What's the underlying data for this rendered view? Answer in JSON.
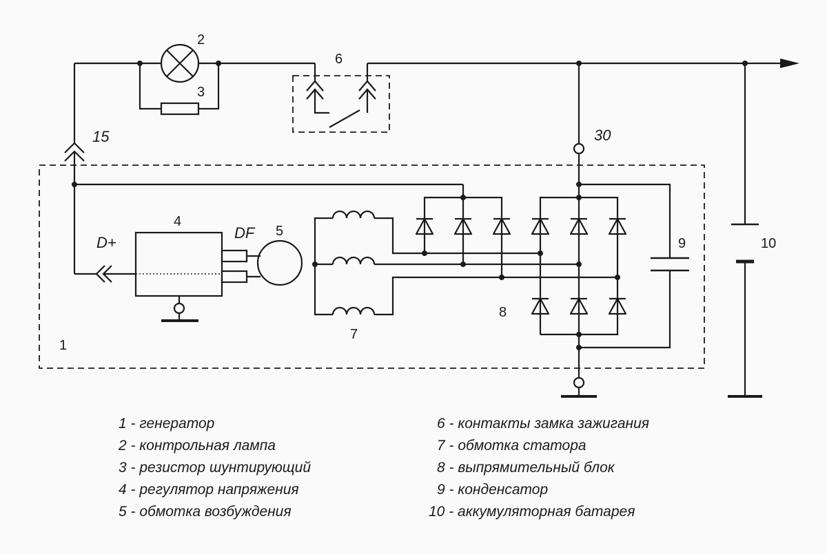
{
  "diagram": {
    "colors": {
      "line": "#1a1a1a",
      "background": "#fafafa"
    },
    "component_numbers": {
      "n1": "1",
      "n2": "2",
      "n3": "3",
      "n4": "4",
      "n5": "5",
      "n6": "6",
      "n7": "7",
      "n8": "8",
      "n9": "9",
      "n10": "10"
    },
    "terminals": {
      "t15": "15",
      "t30": "30",
      "dplus": "D+",
      "df": "DF"
    }
  },
  "legend": {
    "left": [
      "1 - генератор",
      "2 - контрольная лампа",
      "3 - резистор шунтирующий",
      "4 - регулятор напряжения",
      "5 - обмотка возбуждения"
    ],
    "right": [
      "6 - контакты замка зажигания",
      "7 - обмотка статора",
      "8 - выпрямительный блок",
      "9 - конденсатор",
      "10 - аккумуляторная батарея"
    ]
  }
}
